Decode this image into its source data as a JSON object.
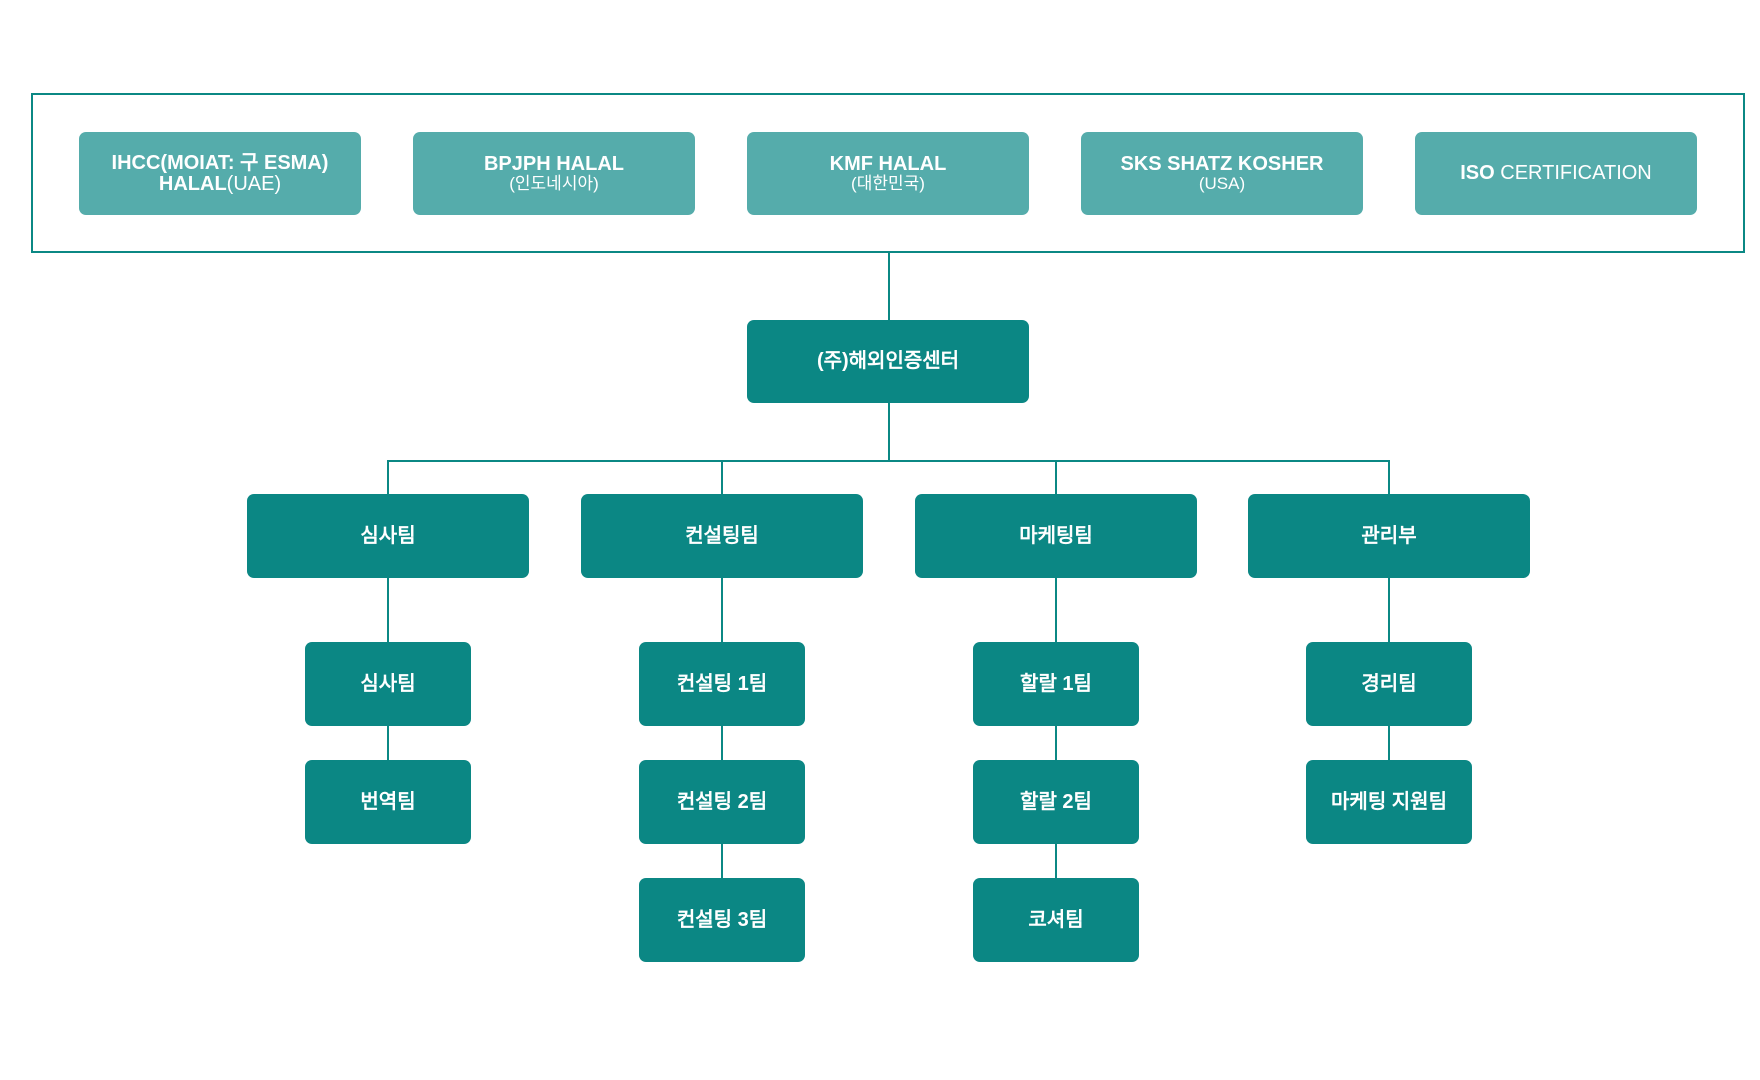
{
  "certifications": [
    {
      "line1": "IHCC(MOIAT: 구 ESMA)",
      "line2_bold": "HALAL",
      "line2_light": "(UAE)"
    },
    {
      "line1": "BPJPH HALAL",
      "line2": "(인도네시아)"
    },
    {
      "line1": "KMF HALAL",
      "line2": "(대한민국)"
    },
    {
      "line1": "SKS SHATZ KOSHER",
      "line2": "(USA)"
    },
    {
      "bold": "ISO",
      "light": " CERTIFICATION"
    }
  ],
  "headquarters": {
    "label": "(주)해외인증센터"
  },
  "teams": [
    {
      "label": "심사팀",
      "subteams": [
        "심사팀",
        "번역팀"
      ]
    },
    {
      "label": "컨설팅팀",
      "subteams": [
        "컨설팅 1팀",
        "컨설팅 2팀",
        "컨설팅 3팀"
      ]
    },
    {
      "label": "마케팅팀",
      "subteams": [
        "할랄 1팀",
        "할랄 2팀",
        "코셔팀"
      ]
    },
    {
      "label": "관리부",
      "subteams": [
        "경리팀",
        "마케팅 지원팀"
      ]
    }
  ],
  "colors": {
    "primary": "#0b8784",
    "cert_box": "#55acab",
    "line": "#0b8884",
    "text": "#ffffff"
  }
}
